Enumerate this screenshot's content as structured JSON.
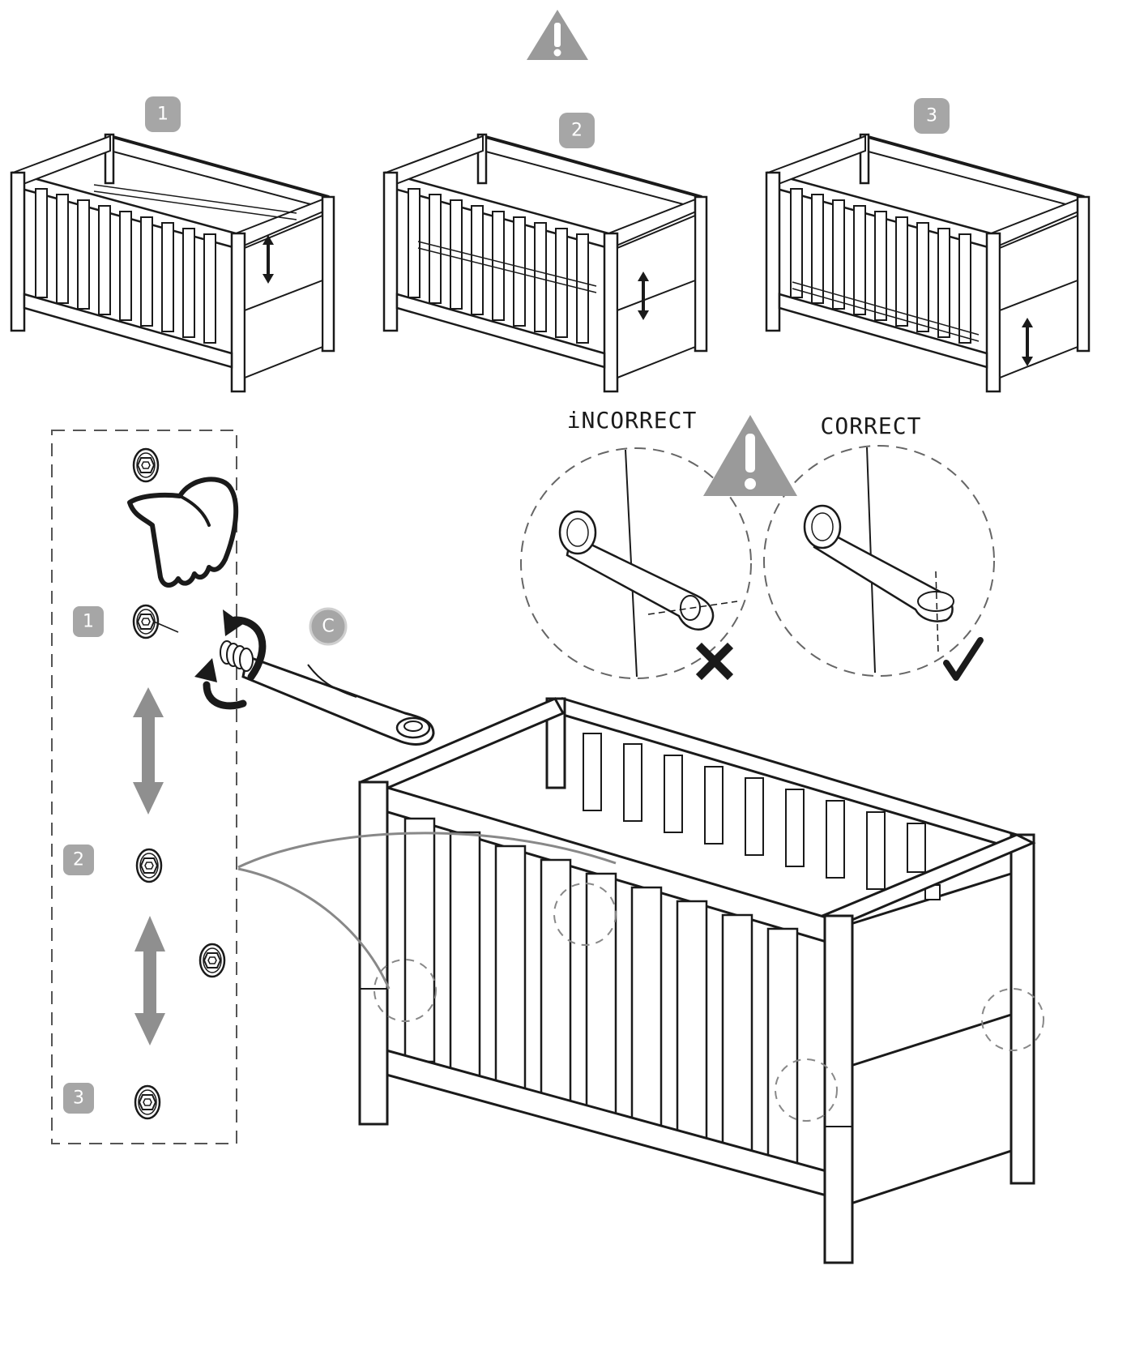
{
  "warning_icon": "warning-triangle-icon",
  "steps": {
    "one": "1",
    "two": "2",
    "three": "3"
  },
  "part_label": "C",
  "comparison": {
    "incorrect_label": "iNCORRECT",
    "correct_label": "CORRECT",
    "incorrect_mark_icon": "cross-icon",
    "correct_mark_icon": "checkmark-icon"
  },
  "colors": {
    "badge": "#a6a6a6",
    "warning": "#9a9a9a",
    "line": "#1a1a1a",
    "arrow_gray": "#8f8f8f"
  }
}
